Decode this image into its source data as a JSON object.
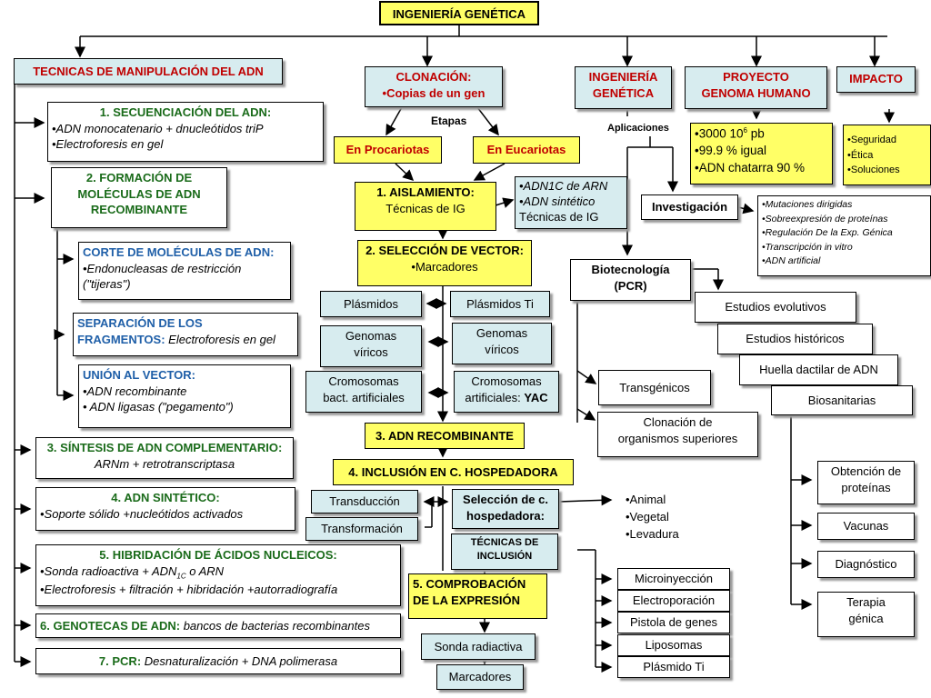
{
  "title": "INGENIERÍA GENÉTICA",
  "branches": {
    "tecnicas": "TECNICAS DE MANIPULACIÓN DEL ADN",
    "clonacion": {
      "title": "CLONACIÓN:",
      "sub": "•Copias de un gen"
    },
    "ingenieria": {
      "l1": "INGENIERÍA",
      "l2": "GENÉTICA"
    },
    "proyecto": {
      "l1": "PROYECTO",
      "l2": "GENOMA HUMANO"
    },
    "impacto": "IMPACTO"
  },
  "tecnicas_list": {
    "t1": {
      "title": "1. SECUENCIACIÓN DEL ADN:",
      "items": [
        "•ADN monocatenario + dnucleótidos triP",
        "•Electroforesis en gel"
      ]
    },
    "t2": {
      "l1": "2. FORMACIÓN DE",
      "l2": "MOLÉCULAS DE ADN",
      "l3": "RECOMBINANTE"
    },
    "t2a": {
      "title": "CORTE DE MOLÉCULAS DE ADN:",
      "items": [
        "•Endonucleasas de restricción",
        "(\"tijeras\")"
      ]
    },
    "t2b": {
      "l1": "SEPARACIÓN DE LOS",
      "l2": "FRAGMENTOS:",
      "l2b": " Electroforesis en gel"
    },
    "t2c": {
      "title": "UNIÓN AL VECTOR:",
      "items": [
        "•ADN recombinante",
        "• ADN ligasas (\"pegamento\")"
      ]
    },
    "t3": {
      "title": "3. SÍNTESIS DE ADN COMPLEMENTARIO:",
      "sub": "ARNm + retrotranscriptasa"
    },
    "t4": {
      "title": "4. ADN SINTÉTICO:",
      "sub": "•Soporte sólido +nucleótidos activados"
    },
    "t5": {
      "title": "5. HIBRIDACIÓN DE ÁCIDOS NUCLEICOS:",
      "i1a": "•Sonda radioactiva + ADN",
      "i1sub": "1C",
      "i1b": " o ARN",
      "i2": "•Electroforesis + filtración + hibridación +autorradiografía"
    },
    "t6": {
      "title": "6. GENOTECAS DE ADN:",
      "sub": " bancos de bacterias recombinantes"
    },
    "t7": {
      "title": "7. PCR:",
      "sub": " Desnaturalización + DNA polimerasa"
    }
  },
  "clonacion_flow": {
    "etapas": "Etapas",
    "procariotas": "En Procariotas",
    "eucariotas": "En Eucariotas",
    "aislamiento": {
      "title": "1. AISLAMIENTO:",
      "sub": "Técnicas de IG"
    },
    "aisl_side": {
      "items": [
        "•ADN1C de ARN",
        "•ADN sintético"
      ],
      "sub": "Técnicas de IG"
    },
    "seleccion": {
      "title": "2. SELECCIÓN DE VECTOR:",
      "sub": "•Marcadores"
    },
    "plasmidos": "Plásmidos",
    "plasmidos_ti": "Plásmidos Ti",
    "genomas1": {
      "l1": "Genomas",
      "l2": "víricos"
    },
    "genomas2": {
      "l1": "Genomas",
      "l2": "víricos"
    },
    "crom1": {
      "l1": "Cromosomas",
      "l2": "bact. artificiales"
    },
    "crom2": {
      "l1": "Cromosomas",
      "l2": "artificiales: ",
      "l2b": "YAC"
    },
    "adn_recombinante": "3. ADN RECOMBINANTE",
    "inclusion": "4. INCLUSIÓN EN C. HOSPEDADORA",
    "transduccion": "Transducción",
    "transformacion": "Transformación",
    "sel_hosp": {
      "l1": "Selección de c.",
      "l2": "hospedadora:"
    },
    "hosp_list": [
      "•Animal",
      "•Vegetal",
      "•Levadura"
    ],
    "tecnicas_incl": {
      "l1": "TÉCNICAS DE",
      "l2": "INCLUSIÓN"
    },
    "comprobacion": {
      "l1": "5.  COMPROBACIÓN",
      "l2": "DE LA EXPRESIÓN"
    },
    "sonda": "Sonda radiactiva",
    "marcadores": "Marcadores",
    "incl_list": [
      "Microinyección",
      "Electroporación",
      "Pistola de genes",
      "Liposomas",
      "Plásmido Ti"
    ]
  },
  "ingenieria_apps": {
    "aplicaciones": "Aplicaciones",
    "investigacion": "Investigación",
    "inv_list": [
      "•Mutaciones dirigidas",
      "•Sobreexpresión de proteínas",
      "•Regulación De la Exp. Génica",
      "•Transcripción in vitro",
      "•ADN artificial"
    ],
    "biotec": {
      "l1": "Biotecnología",
      "l2": "(PCR)"
    },
    "estudios_evol": "Estudios evolutivos",
    "estudios_hist": "Estudios históricos",
    "huella": "Huella dactilar de ADN",
    "biosanitarias": "Biosanitarias",
    "transgenicos": "Transgénicos",
    "clon_org": {
      "l1": "Clonación de",
      "l2": "organismos superiores"
    },
    "obtencion": {
      "l1": "Obtención de",
      "l2": "proteínas"
    },
    "vacunas": "Vacunas",
    "diagnostico": "Diagnóstico",
    "terapia": {
      "l1": "Terapia",
      "l2": "génica"
    }
  },
  "proyecto_list": {
    "i1a": "•3000 10",
    "i1sup": "6",
    "i1b": " pb",
    "i2": "•99.9 % igual",
    "i3": "•ADN chatarra 90 %"
  },
  "impacto_list": [
    "•Seguridad",
    "•Ética",
    "•Soluciones"
  ]
}
